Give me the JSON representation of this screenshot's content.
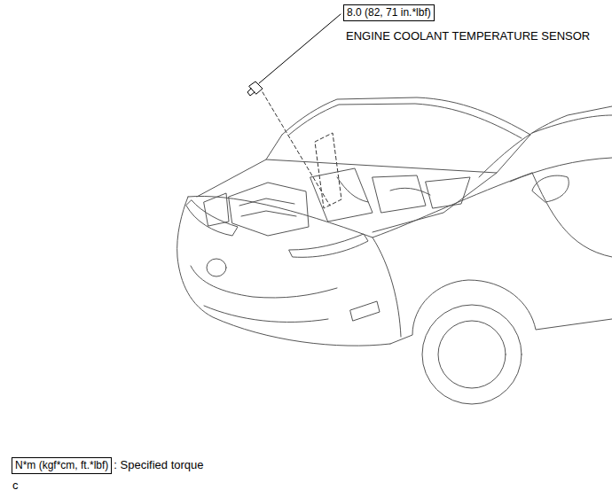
{
  "diagram": {
    "nodes": [
      {
        "text": [
          "8.0 (82, 71 in.*lbf)"
        ]
      },
      {
        "text": [
          "N*m (kgf*cm, ft.*lbf)"
        ]
      }
    ],
    "labels": [
      "ENGINE COOLANT TEMPERATURE SENSOR",
      ": Specified torque",
      "c"
    ]
  }
}
